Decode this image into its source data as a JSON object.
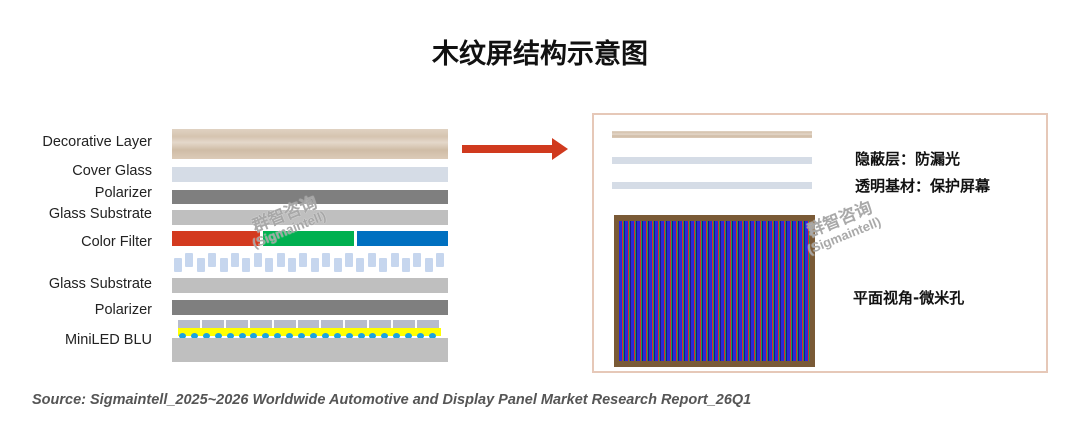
{
  "title": "木纹屏结构示意图",
  "left_stack": {
    "labels": [
      "Decorative Layer",
      "Cover Glass",
      "Polarizer",
      "Glass Substrate",
      "Color Filter",
      "Glass Substrate",
      "Polarizer",
      "MiniLED BLU"
    ]
  },
  "right_panel": {
    "annotations": [
      "隐蔽层：防漏光",
      "透明基材：保护屏幕",
      "平面视角-微米孔"
    ]
  },
  "watermark": {
    "cn": "群智咨询",
    "en": "(Sigmaintell)"
  },
  "source": "Source: Sigmaintell_2025~2026 Worldwide Automotive and Display Panel Market Research Report_26Q1",
  "colors": {
    "arrow": "#d03a1e",
    "red": "#d33a1f",
    "green": "#00b050",
    "blue": "#0070c0",
    "polarizer": "#7f7f7f",
    "substrate": "#bfbfbf",
    "cover": "#d5dce6"
  }
}
